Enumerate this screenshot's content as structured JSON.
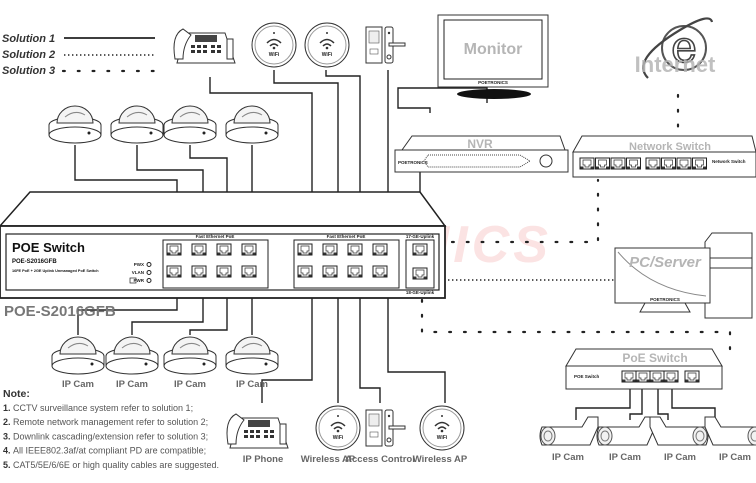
{
  "legend": [
    {
      "label": "Solution 1",
      "style": "solid"
    },
    {
      "label": "Solution 2",
      "style": "dense-dotted"
    },
    {
      "label": "Solution 3",
      "style": "sparse-dotted"
    }
  ],
  "watermark": "POETRONICS",
  "main_switch": {
    "title": "POE Switch",
    "model": "POE-S2016GFB",
    "subtitle": "16FE PoE + 2GE Uplink Unmanaged PoE Switch",
    "indicators": [
      "PWX",
      "VLAN",
      "PWR"
    ],
    "port_group_label": "Fast Ethernet PoE",
    "uplink_top_label": "17-GE-Uplink",
    "uplink_bottom_label": "18-GE-Uplink",
    "caption": "POE-S2016GFB"
  },
  "devices": {
    "monitor": {
      "label": "Monitor",
      "brand": "POETRONICS"
    },
    "internet": {
      "label": "Internet"
    },
    "nvr": {
      "label": "NVR",
      "brand": "POETRONICS"
    },
    "network_switch": {
      "label": "Network Switch",
      "panel_text": "Network Switch"
    },
    "pc_server": {
      "label": "PC/Server",
      "brand": "POETRONICS"
    },
    "poe_switch_small": {
      "label": "PoE Switch",
      "panel_text": "POE Switch"
    }
  },
  "top_cams": [
    "",
    "",
    "",
    ""
  ],
  "bottom_cams": [
    "IP Cam",
    "IP Cam",
    "IP Cam",
    "IP Cam"
  ],
  "bullet_cams": [
    "IP Cam",
    "IP Cam",
    "IP Cam",
    "IP Cam"
  ],
  "bottom_devices": [
    "IP Phone",
    "Wireless AP",
    "Access Control",
    "Wireless AP"
  ],
  "wifi_text": "WiFi",
  "notes": {
    "title": "Note:",
    "items": [
      {
        "num": "1.",
        "text": "CCTV surveillance system refer to solution 1;"
      },
      {
        "num": "2.",
        "text": "Remote network management refer to solution 2;"
      },
      {
        "num": "3.",
        "text": "Downlink cascading/extension refer to solution 3;"
      },
      {
        "num": "4.",
        "text": "All IEEE802.3af/at compliant PD are compatible;"
      },
      {
        "num": "5.",
        "text": "CAT5/5E/6/6E or high quality cables are suggested."
      }
    ]
  }
}
